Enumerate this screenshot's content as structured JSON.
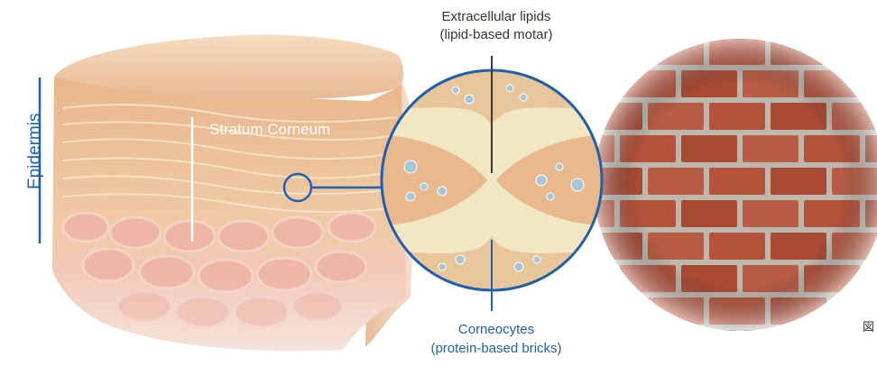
{
  "labels": {
    "epidermis": "Epidermis",
    "stratum_corneum": "Stratum Corneum",
    "lipids_line1": "Extracellular lipids",
    "lipids_line2": "(lipid-based motar)",
    "corneocytes_line1": "Corneocytes",
    "corneocytes_line2": "(protein-based bricks)",
    "figure_mark": "図"
  },
  "colors": {
    "accent_blue": "#1f63b0",
    "skin_light": "#f3d2b0",
    "skin_mid": "#e6b98f",
    "cell_pink": "#e9a79a",
    "lipid_cream": "#f1e7c4",
    "brick": "#b5523a",
    "mortar": "#c9c2b8"
  }
}
